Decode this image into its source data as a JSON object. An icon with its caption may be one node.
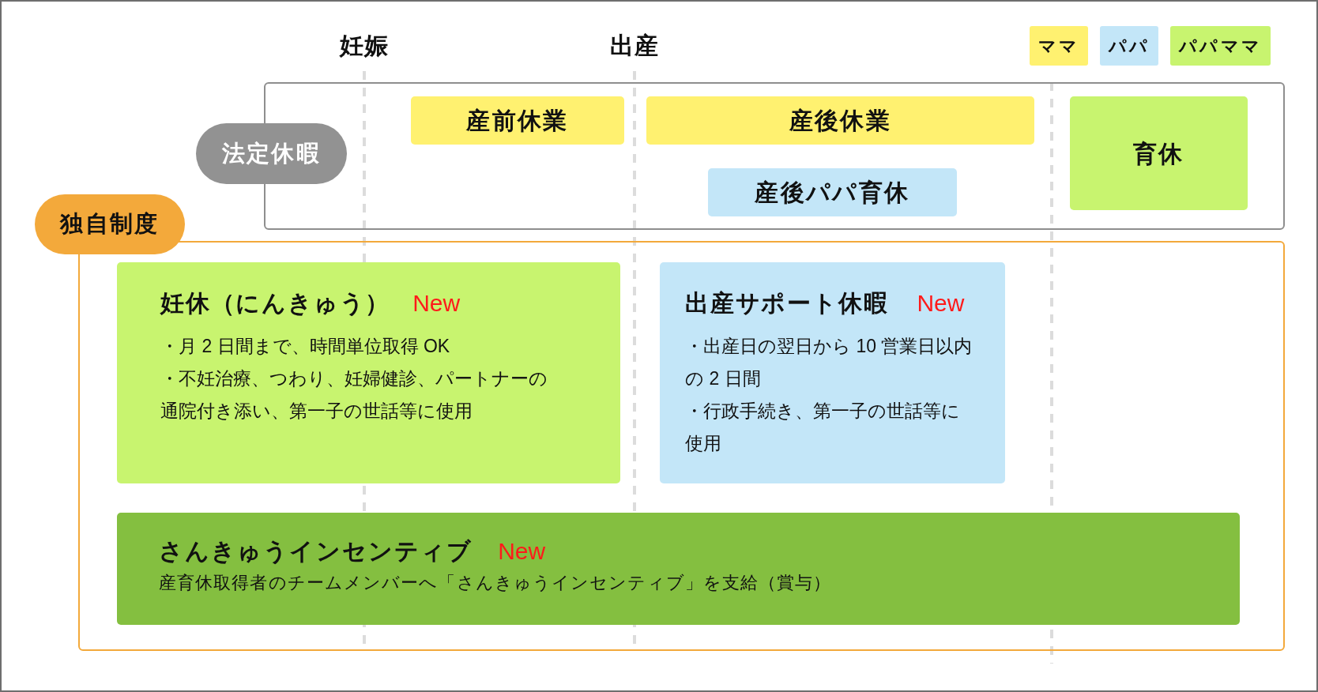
{
  "diagram": {
    "nodes": [
      {
        "text": [
          "法定休暇"
        ]
      },
      {
        "text": [
          "産前休業"
        ],
        "in": 0
      },
      {
        "text": [
          "産後休業"
        ],
        "in": 0
      },
      {
        "text": [
          "産後パパ育休"
        ],
        "in": 0
      },
      {
        "text": [
          "育休"
        ],
        "in": 0
      },
      {
        "text": [
          "独自制度"
        ]
      },
      {
        "text": [
          "妊休（にんきゅう）",
          "New",
          "・月 2 日間まで、時間単位取得 OK",
          "・不妊治療、つわり、妊婦健診、パートナーの通院付き添い、第一子の世話等に使用"
        ],
        "in": 5
      },
      {
        "text": [
          "出産サポート休暇",
          "New",
          "・出産日の翌日から 10 営業日以内の 2 日間",
          "・行政手続き、第一子の世話等に使用"
        ],
        "in": 5
      },
      {
        "text": [
          "さんきゅうインセンティブ",
          "New",
          "産育休取得者のチームメンバーへ「さんきゅうインセンティブ」を支給（賞与）"
        ],
        "in": 5
      }
    ],
    "labels": [
      "妊娠",
      "出産"
    ],
    "legend": [
      {
        "text": "ママ",
        "color": "#fff170"
      },
      {
        "text": "パパ",
        "color": "#c3e6f8"
      },
      {
        "text": "パパママ",
        "color": "#c8f46f"
      }
    ]
  }
}
